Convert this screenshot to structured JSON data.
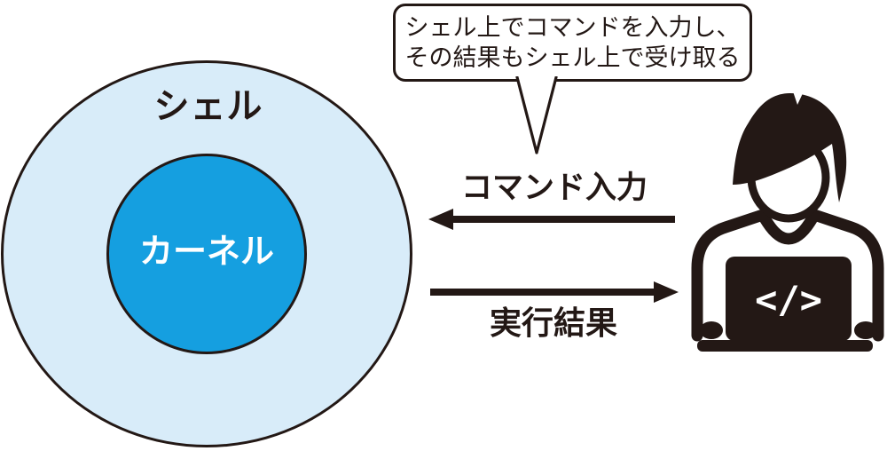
{
  "bubble": {
    "line1": "シェル上でコマンドを入力し、",
    "line2": "その結果もシェル上で受け取る"
  },
  "labels": {
    "shell": "シェル",
    "kernel": "カーネル",
    "command_input": "コマンド入力",
    "result": "実行結果"
  },
  "icons": {
    "user": "user-at-laptop-icon",
    "bubble_tail": "speech-bubble-tail-icon",
    "code": "</>"
  },
  "colors": {
    "ink": "#231815",
    "shell_fill": "#d8ecf9",
    "kernel_fill": "#159fe0",
    "kernel_text": "#ffffff",
    "background": "#ffffff"
  }
}
